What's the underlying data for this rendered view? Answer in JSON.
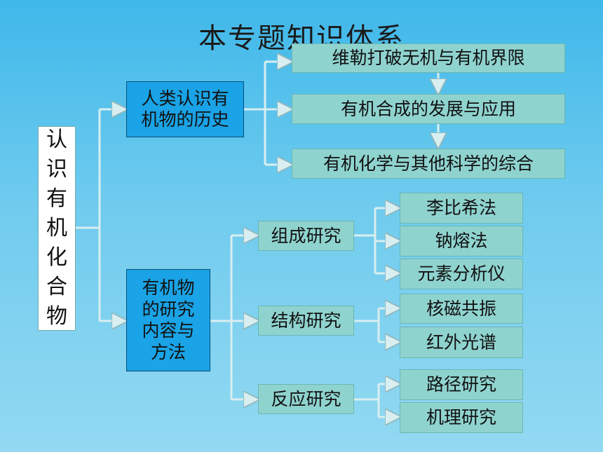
{
  "title": "本专题知识体系",
  "root": {
    "chars": [
      "认",
      "识",
      "有",
      "机",
      "化",
      "合",
      "物"
    ]
  },
  "branch1": {
    "label_lines": [
      "人类认识有",
      "机物的历史"
    ],
    "items": [
      "维勒打破无机与有机界限",
      "有机合成的发展与应用",
      "有机化学与其他科学的综合"
    ]
  },
  "branch2": {
    "label_lines": [
      "有机物",
      "的研究",
      "内容与",
      "方法"
    ],
    "groups": [
      {
        "label": "组成研究",
        "items": [
          "李比希法",
          "钠熔法",
          "元素分析仪"
        ]
      },
      {
        "label": "结构研究",
        "items": [
          "核磁共振",
          "红外光谱"
        ]
      },
      {
        "label": "反应研究",
        "items": [
          "路径研究",
          "机理研究"
        ]
      }
    ]
  }
}
